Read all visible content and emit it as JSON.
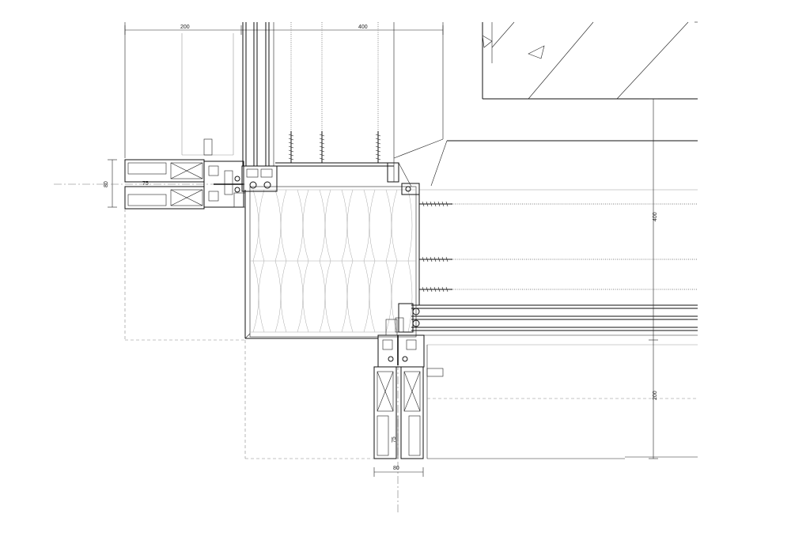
{
  "dimensions": {
    "top_left_width": "200",
    "top_right_width": "400",
    "left_height": "80",
    "left_profile_width": "75",
    "right_upper_height": "400",
    "right_lower_height": "200",
    "bottom_profile_height": "75",
    "bottom_width": "80"
  },
  "colors": {
    "line": "#111111",
    "fine": "#999999",
    "background": "#ffffff"
  }
}
